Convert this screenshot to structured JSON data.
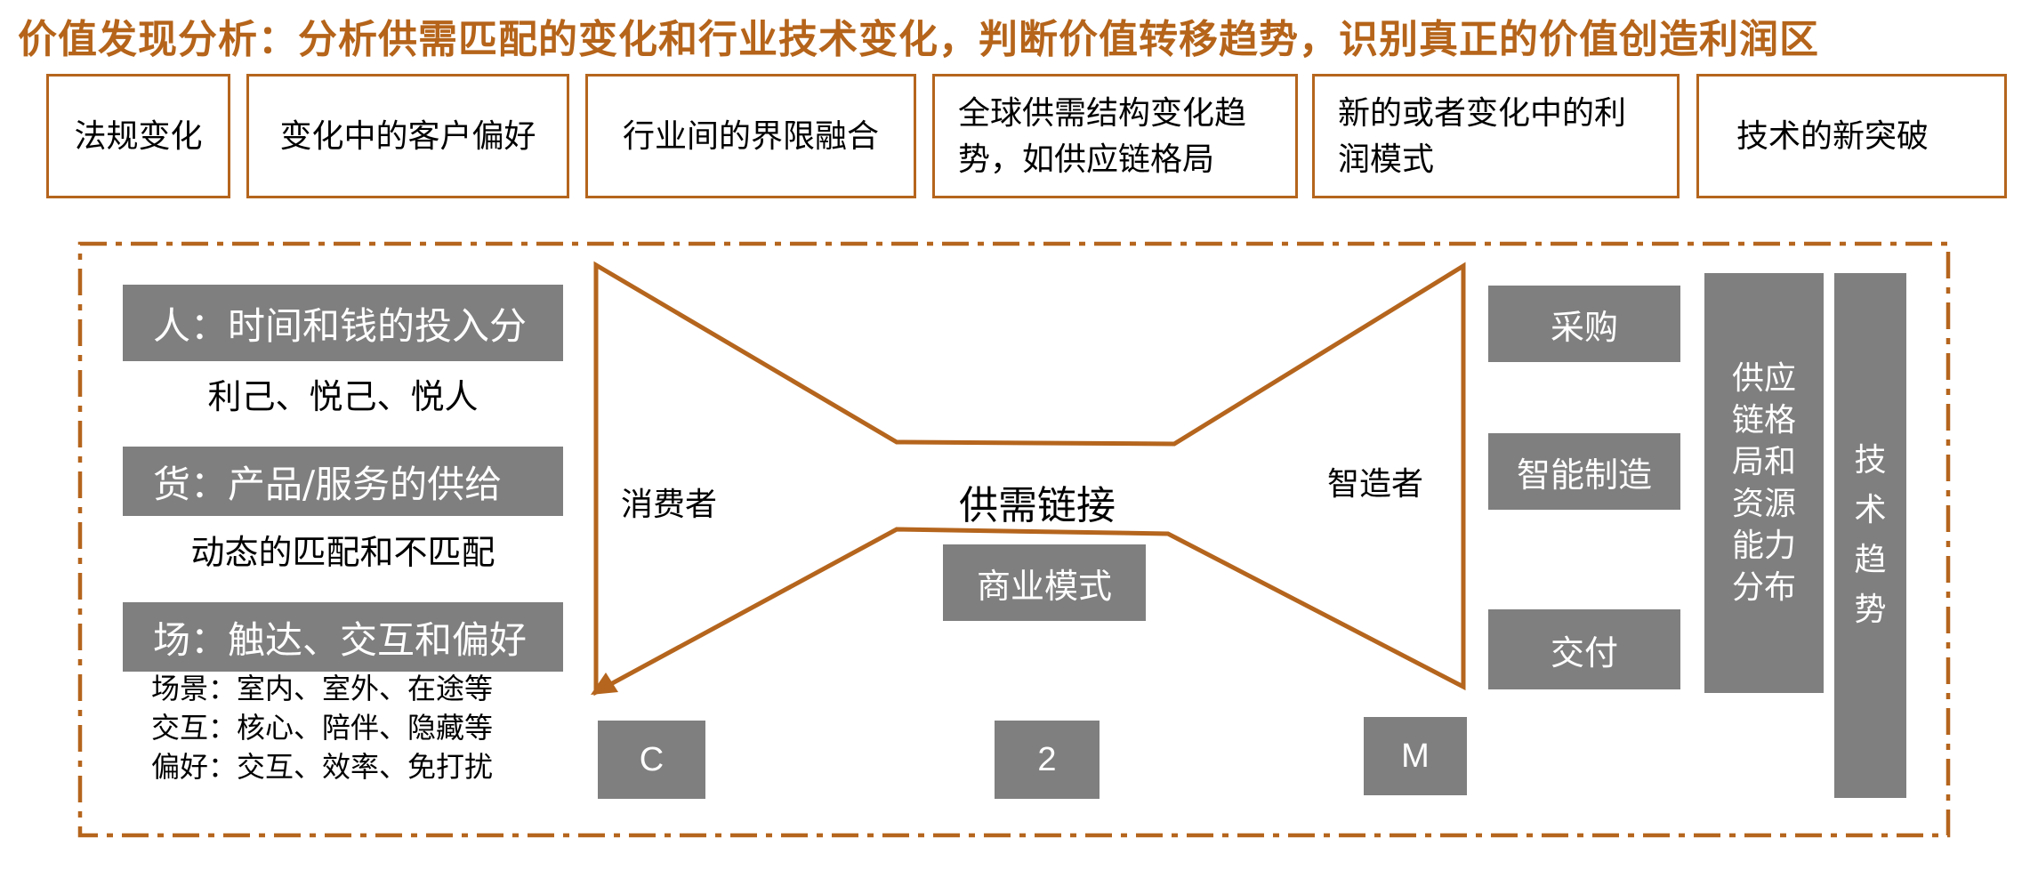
{
  "colors": {
    "accent_orange": "#B5651D",
    "title_orange": "#B5641A",
    "box_gray": "#7F7F7F",
    "text_black": "#000000",
    "text_white": "#FFFFFF"
  },
  "title": "价值发现分析：分析供需匹配的变化和行业技术变化，判断价值转移趋势，识别真正的价值创造利润区",
  "top_factors": [
    {
      "label": "法规变化"
    },
    {
      "label": "变化中的客户偏好"
    },
    {
      "label": "行业间的界限融合"
    },
    {
      "label": "全球供需结构变化趋势，如供应链格局"
    },
    {
      "label": "新的或者变化中的利润模式"
    },
    {
      "label": "技术的新突破"
    }
  ],
  "left_panel": {
    "people_header": "人：时间和钱的投入分",
    "people_note": "利己、悦己、悦人",
    "goods_header": "货：产品/服务的供给",
    "goods_note": "动态的匹配和不匹配",
    "scene_header": "场：触达、交互和偏好",
    "scene_notes": [
      "场景：室内、室外、在途等",
      "交互：核心、陪伴、隐藏等",
      "偏好：交互、效率、免打扰"
    ]
  },
  "bowtie": {
    "left_label": "消费者",
    "center_label": "供需链接",
    "right_label": "智造者",
    "business_model_label": "商业模式"
  },
  "c2m_row": [
    "C",
    "2",
    "M"
  ],
  "right_panel": {
    "process_boxes": [
      "采购",
      "智能制造",
      "交付"
    ],
    "supply_chain_label": "供应链格局和资源能力分布",
    "tech_trend_label": "技术趋势"
  }
}
